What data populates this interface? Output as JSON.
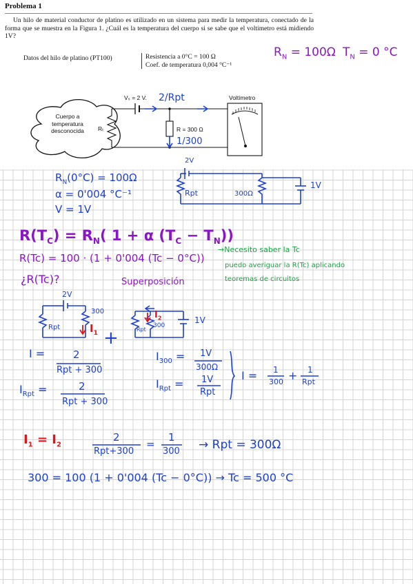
{
  "problem": {
    "title": "Problema 1",
    "statement": "Un hilo de material conductor de platino es utilizado en un sistema para medir la temperatura, conectado de la forma que se muestra en la Figura 1. ¿Cuál es la temperatura del cuerpo si se sabe que el voltímetro está midiendo 1V?",
    "data_label": "Datos del hilo de platino (PT100)",
    "data_line1": "Resistencia a 0°C = 100 Ω",
    "data_line2": "Coef. de temperatura 0,004 °C⁻¹"
  },
  "figure": {
    "source_label": "Vₛ = 2 V.",
    "body_line1": "Cuerpo a",
    "body_line2": "temperatura",
    "body_line3": "desconocida",
    "rt_label": "Rₜ",
    "r_label": "R = 300 Ω",
    "voltmeter_label": "Voltímetro"
  },
  "notes": {
    "rn_given": "R",
    "rn_sub": "N",
    "rn_value": "= 100Ω",
    "tn_given": "T",
    "tn_sub": "N",
    "tn_value": "= 0 °C",
    "fig_current_top": "2/Rpt",
    "fig_current_down": "1/300",
    "given1": "R",
    "given1_sub": "N",
    "given1_rest": "(0°C) = 100Ω",
    "given2": "α = 0'004 °C⁻¹",
    "given3": "V = 1V",
    "c1_top": "2V",
    "c1_left": "Rpt",
    "c1_mid": "300Ω",
    "c1_right": "1V",
    "eq_main": "R(T",
    "eq_main_sub": "C",
    "eq_main_rest": ") = R",
    "eq_main_sub2": "N",
    "eq_main_rest2": "( 1 + α (T",
    "eq_main_sub3": "C",
    "eq_main_rest3": " − T",
    "eq_main_sub4": "N",
    "eq_main_rest4": "))",
    "eq_sub": "R(Tc) = 100 · (1 + 0'004 (Tc − 0°C))",
    "note_line1": "→Necesito saber la Tc",
    "note_line2": "puedo averiguar la R(Tc) aplicando",
    "note_line3": "teoremas de circuitos",
    "question": "¿R(Tc)?",
    "superposition": "Superposición",
    "s1_top": "2V",
    "s1_left": "Rpt",
    "s1_right": "300",
    "i1_label": "I",
    "i1_sub": "1",
    "i2_label": "I",
    "i2_sub": "2",
    "s2_left": "Rpt",
    "s2_mid": "300",
    "s2_right": "1V",
    "plus": "+",
    "eq_i_left": "I =",
    "eq_i_num": "2",
    "eq_i_den": "Rpt + 300",
    "eq_irpt_left": "I",
    "eq_irpt_sub": "Rpt",
    "eq_irpt_eq": "=",
    "eq_irpt_num": "2",
    "eq_irpt_den": "Rpt + 300",
    "eq_i300_left": "I",
    "eq_i300_sub": "300",
    "eq_i300_eq": "=",
    "eq_i300_num": "1V",
    "eq_i300_den": "300Ω",
    "eq_irpt2_left": "I",
    "eq_irpt2_sub": "Rpt",
    "eq_irpt2_eq": "=",
    "eq_irpt2_num": "1V",
    "eq_irpt2_den": "Rpt",
    "eq_itot_left": "I =",
    "eq_itot_num1": "1",
    "eq_itot_den1": "300",
    "eq_itot_plus": "+",
    "eq_itot_num2": "1",
    "eq_itot_den2": "Rpt",
    "eq_i1i2": "I",
    "eq_i1i2_sub1": "1",
    "eq_i1i2_mid": " = I",
    "eq_i1i2_sub2": "2",
    "eq_frac_num1": "2",
    "eq_frac_den1": "Rpt+300",
    "eq_frac_eq": "=",
    "eq_frac_num2": "1",
    "eq_frac_den2": "300",
    "eq_result_rpt": "→   Rpt = 300Ω",
    "eq_final": "300 = 100 (1 + 0'004 (Tc − 0°C))  →  Tc = 500 °C"
  },
  "colors": {
    "blue": "#1c3fd6",
    "purple": "#8a16c4",
    "red": "#e0151b",
    "green": "#17a340",
    "grid": "#d4d4d4"
  }
}
